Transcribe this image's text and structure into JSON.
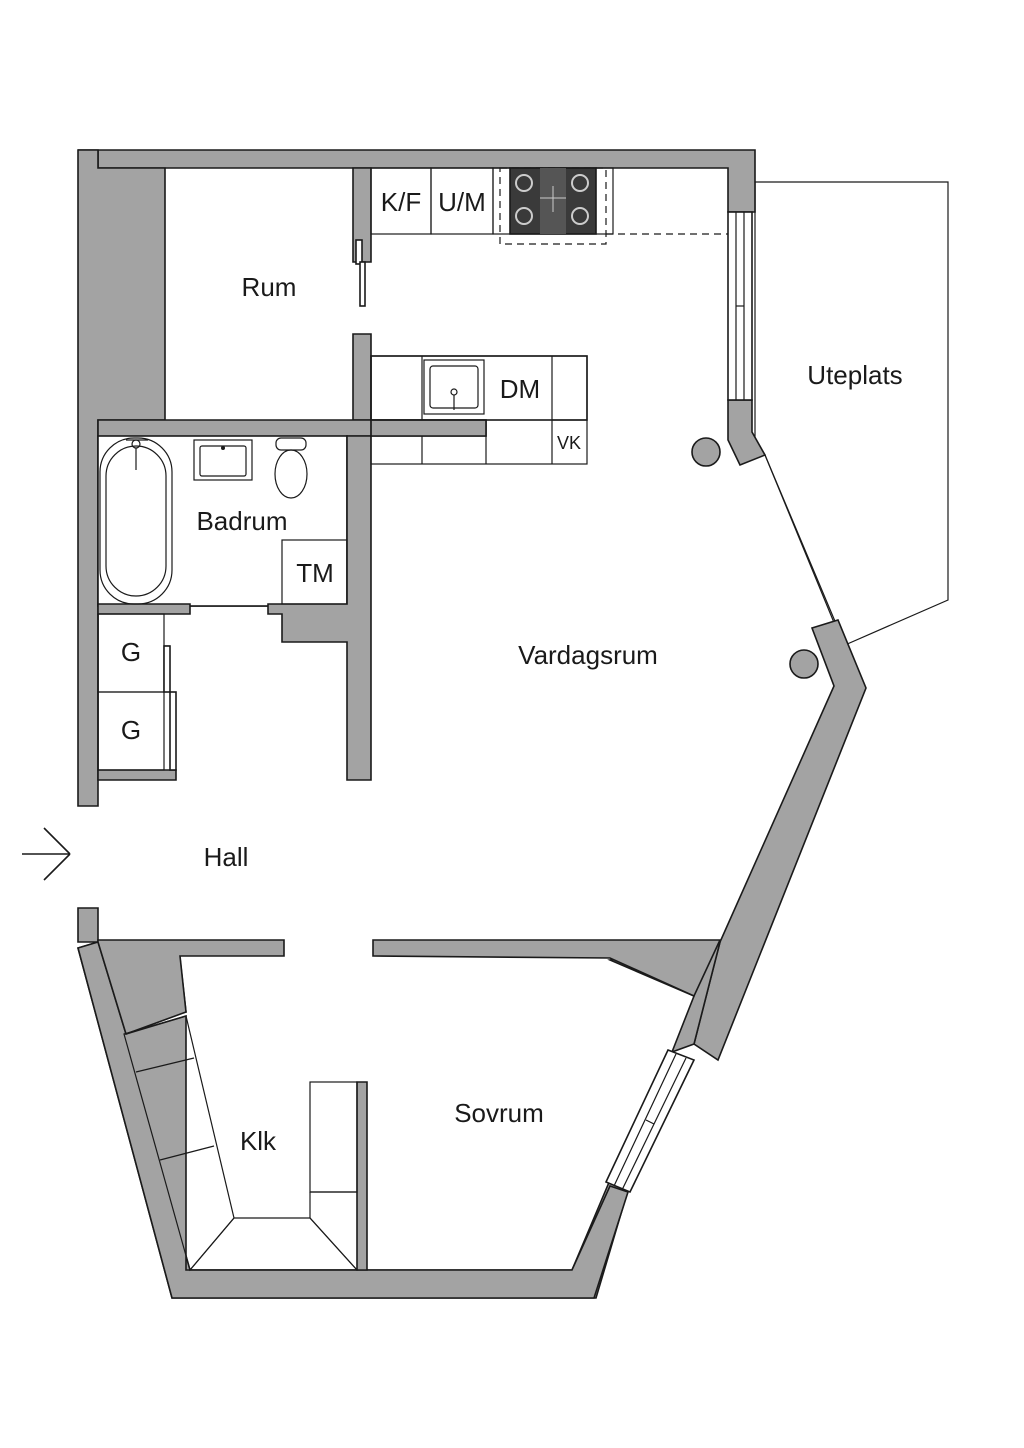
{
  "rooms": {
    "rum": "Rum",
    "badrum": "Badrum",
    "vardagsrum": "Vardagsrum",
    "uteplats": "Uteplats",
    "hall": "Hall",
    "sovrum": "Sovrum",
    "klk": "Klk"
  },
  "fixtures": {
    "kf": "K/F",
    "um": "U/M",
    "dm": "DM",
    "vk": "VK",
    "tm": "TM",
    "g1": "G",
    "g2": "G"
  },
  "colors": {
    "wall": "#a3a3a3",
    "line": "#1a1a1a",
    "background": "#ffffff"
  }
}
